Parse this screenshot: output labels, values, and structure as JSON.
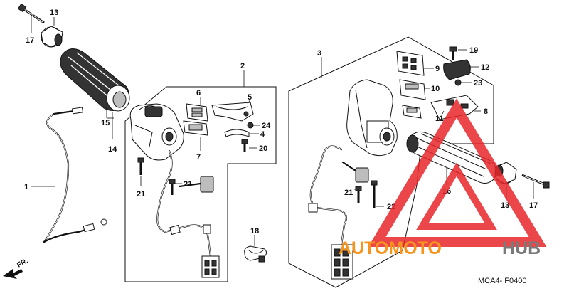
{
  "diagram": {
    "callouts": {
      "p1": "1",
      "p2": "2",
      "p3": "3",
      "p4": "4",
      "p5": "5",
      "p6": "6",
      "p7": "7",
      "p8": "8",
      "p9": "9",
      "p10": "10",
      "p11": "11",
      "p12": "12",
      "p13_left": "13",
      "p13_right": "13",
      "p14": "14",
      "p15": "15",
      "p16": "16",
      "p17_left": "17",
      "p17_right": "17",
      "p18": "18",
      "p19": "19",
      "p20": "20",
      "p21_a": "21",
      "p21_b": "21",
      "p21_c": "21",
      "p22": "22",
      "p23": "23",
      "p24": "24"
    },
    "front_label": "FR.",
    "figure_code": "MCA4- F0400"
  },
  "watermark": {
    "text_orange": "AUTOMOTO",
    "text_grey": "HUB",
    "color_red": "#e8262a",
    "color_orange": "#f7941d",
    "color_grey": "#7a7a7a"
  }
}
